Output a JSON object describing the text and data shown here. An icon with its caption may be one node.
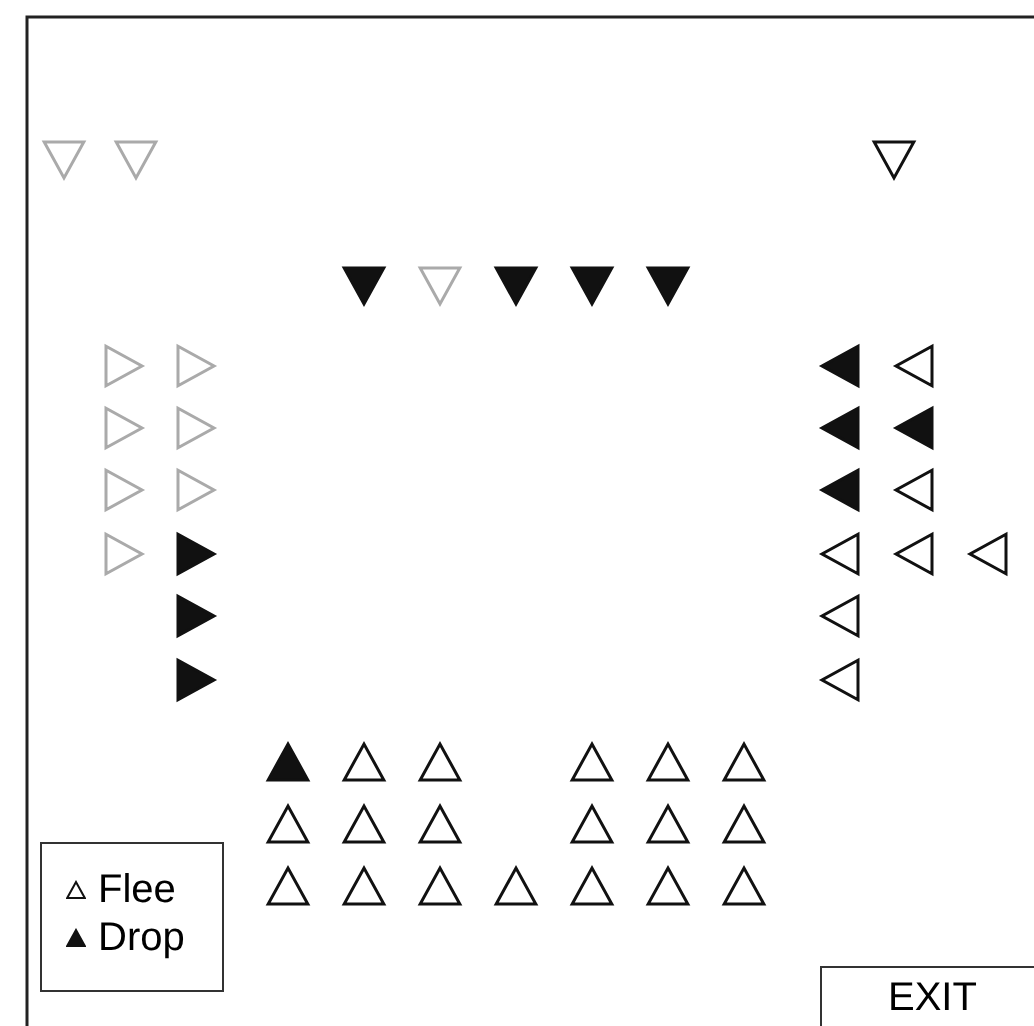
{
  "diagram": {
    "nodes": [
      {
        "text": [
          "EXIT"
        ]
      }
    ],
    "legend": [
      {
        "text": "Flee"
      },
      {
        "text": "Drop"
      }
    ]
  }
}
